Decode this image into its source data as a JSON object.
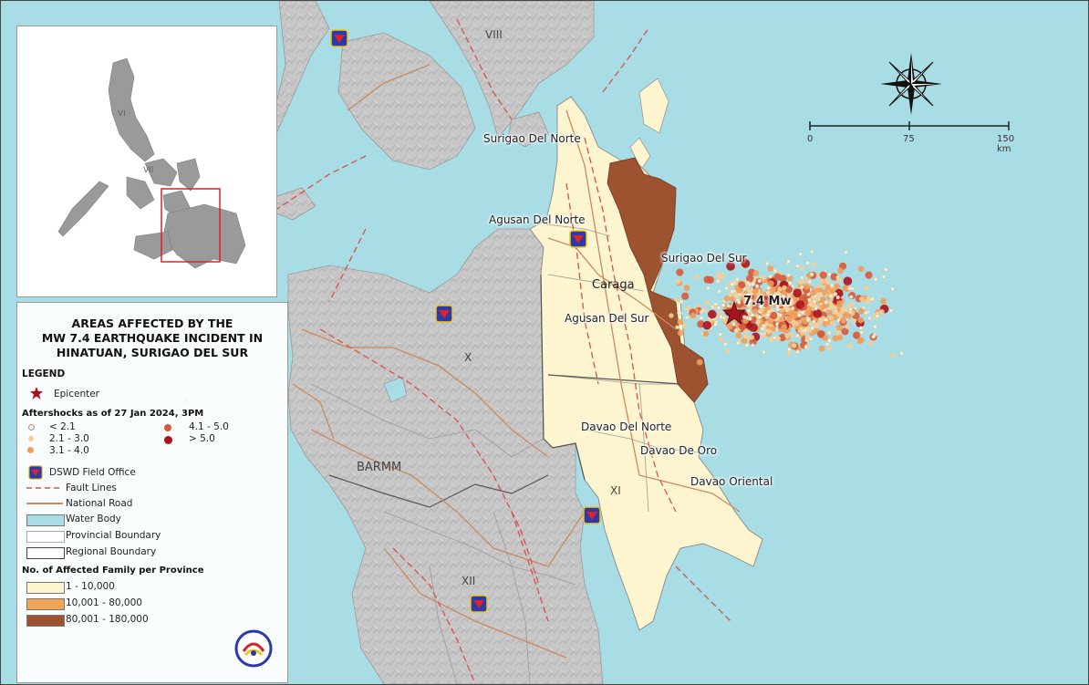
{
  "legend": {
    "title_lines": [
      "AREAS AFFECTED BY THE",
      "MW 7.4 EARTHQUAKE INCIDENT IN",
      "HINATUAN, SURIGAO DEL SUR"
    ],
    "legend_label": "LEGEND",
    "epicenter_label": "Epicenter",
    "aftershocks_label": "Aftershocks as of 27 Jan 2024, 3PM",
    "magnitude_classes": [
      {
        "label": "< 2.1",
        "color": "#fbf3dc"
      },
      {
        "label": "2.1 - 3.0",
        "color": "#f6cd93"
      },
      {
        "label": "3.1 - 4.0",
        "color": "#ee9f5c"
      },
      {
        "label": "4.1 - 5.0",
        "color": "#d65a3c"
      },
      {
        "label": "> 5.0",
        "color": "#a8131c"
      }
    ],
    "symbols": {
      "field_office": "DSWD Field Office",
      "fault_lines": "Fault Lines",
      "national_road": "National Road",
      "water_body": "Water Body",
      "provincial_boundary": "Provincial Boundary",
      "regional_boundary": "Regional Boundary"
    },
    "families_label": "No. of Affected Family per Province",
    "family_classes": [
      {
        "label": "1 - 10,000",
        "color": "#fdf5cf"
      },
      {
        "label": "10,001 - 80,000",
        "color": "#f3a45b"
      },
      {
        "label": "80,001 - 180,000",
        "color": "#9e5330"
      }
    ]
  },
  "map": {
    "epicenter_label": "7.4 Mw",
    "province_labels": {
      "surigao_del_norte": "Surigao Del Norte",
      "agusan_del_norte": "Agusan Del Norte",
      "surigao_del_sur": "Surigao Del Sur",
      "agusan_del_sur": "Agusan Del Sur",
      "davao_del_norte": "Davao Del Norte",
      "davao_de_oro": "Davao De Oro",
      "davao_oriental": "Davao Oriental"
    },
    "region_labels": {
      "caraga": "Caraga",
      "barmm": "BARMM",
      "viii": "VIII",
      "x": "X",
      "xi": "XI",
      "xii": "XII",
      "ix": "IX"
    },
    "scale": {
      "labels": [
        "0",
        "75",
        "150 km"
      ]
    },
    "colors": {
      "water": "#a9dde6",
      "land_gray": "#c9c9c9",
      "low_family": "#fdf5cf",
      "high_family": "#9e5330",
      "fault": "#d8504a",
      "road": "#c98a5e",
      "field_office": "#2b3aa8"
    },
    "icons": [
      "compass-rose-icon",
      "star-icon",
      "dswd-office-icon"
    ]
  }
}
